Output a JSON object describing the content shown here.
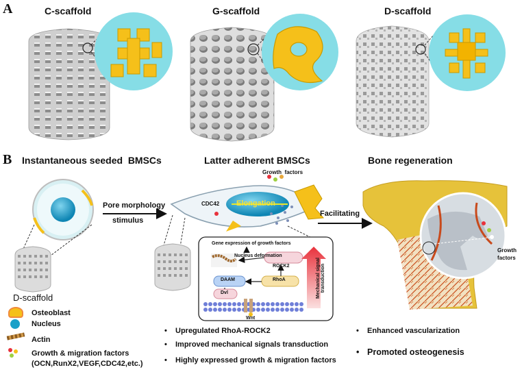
{
  "panel_a": {
    "letter": "A",
    "scaffolds": [
      {
        "label": "C-scaffold"
      },
      {
        "label": "G-scaffold"
      },
      {
        "label": "D-scaffold"
      }
    ]
  },
  "panel_b": {
    "letter": "B",
    "titles": {
      "left": "Instantaneous seeded  BMSCs",
      "middle": "Latter adherent BMSCs",
      "right": "Bone regeneration"
    },
    "arrows": {
      "left_top": "Pore morphology",
      "left_bottom": "stimulus",
      "right": "Facilitating"
    },
    "cell_labels": {
      "growth_factors": "Growth  factors",
      "cdc42": "CDC42",
      "elongation": "Elongation"
    },
    "scaffold_label": "D-scaffold",
    "pathway": {
      "title": "Gene expression of growth factors",
      "nucleus_deformation": "Nucleus deformation",
      "rock2": "ROCK2",
      "daam": "DAAM",
      "rhoa": "RhoA",
      "dvl": "Dvl",
      "wnt": "Wnt",
      "mechanical": "Mechanical signal transduction"
    },
    "bone_labels": {
      "growth_factors": "Growth\nfactors"
    },
    "legend": [
      {
        "label": "Osteoblast",
        "icon": "osteoblast-icon"
      },
      {
        "label": "Nucleus",
        "icon": "nucleus-icon"
      },
      {
        "label": "Actin",
        "icon": "actin-icon"
      },
      {
        "label": "Growth & migration factors",
        "icon": "factors-icon"
      },
      {
        "label": "(OCN,RunX2,VEGF,CDC42,etc.)",
        "icon": ""
      }
    ],
    "bullets_middle": [
      "Upregulated  RhoA-ROCK2",
      "Improved mechanical signals transduction",
      "Highly expressed growth & migration factors"
    ],
    "bullets_right": [
      "Enhanced vascularization",
      "Promoted osteogenesis"
    ],
    "bullet_symbol": "•"
  },
  "colors": {
    "gold": "#f5c01a",
    "cyan": "#86dde6",
    "scaffold": "#d9d9d9",
    "nucleus": "#1aa0c8",
    "bone": "#e6c23a",
    "arrow_red": "#e8323c"
  }
}
